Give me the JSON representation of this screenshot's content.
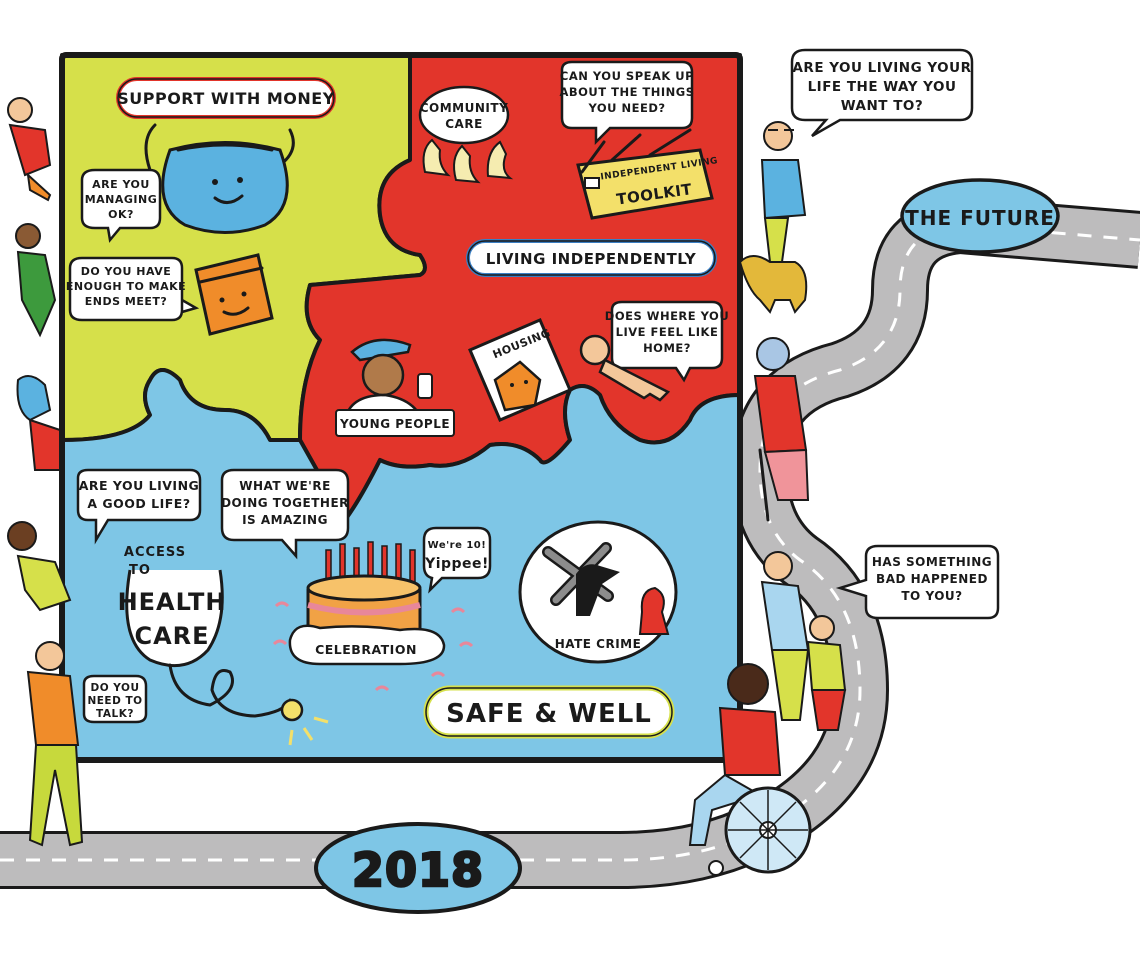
{
  "colors": {
    "yellow": "#d6e04a",
    "red": "#e2352b",
    "blue": "#7ec6e6",
    "road": "#bdbcbd",
    "ink": "#1a1a1a"
  },
  "puzzle": {
    "support_with_money": {
      "title": "SUPPORT WITH MONEY",
      "q1": [
        "ARE YOU",
        "MANAGING",
        "OK?"
      ],
      "q2": [
        "DO YOU HAVE",
        "ENOUGH TO MAKE",
        "ENDS MEET?"
      ]
    },
    "living_independently": {
      "title": "LIVING INDEPENDENTLY",
      "community_care": [
        "COMMUNITY",
        "CARE"
      ],
      "speak_up": [
        "CAN YOU SPEAK UP",
        "ABOUT THE THINGS",
        "YOU NEED?"
      ],
      "toolkit": [
        "INDEPENDENT LIVING",
        "TOOLKIT"
      ],
      "home_q": [
        "DOES WHERE YOU",
        "LIVE FEEL LIKE",
        "HOME?"
      ],
      "housing": "HOUSING",
      "young_people": "YOUNG PEOPLE"
    },
    "safe_and_well": {
      "title": "SAFE & WELL",
      "good_life": [
        "ARE YOU LIVING",
        "A GOOD LIFE?"
      ],
      "amazing": [
        "WHAT WE'RE",
        "DOING TOGETHER",
        "IS AMAZING"
      ],
      "yippee": [
        "We're 10!",
        "Yippee!"
      ],
      "health_care": [
        "ACCESS",
        "TO",
        "HEALTH",
        "CARE"
      ],
      "celebration": "CELEBRATION",
      "hate_crime": "HATE CRIME",
      "talk": [
        "DO YOU",
        "NEED TO",
        "TALK?"
      ]
    }
  },
  "outside": {
    "living_your_life": [
      "ARE YOU LIVING YOUR",
      "LIFE THE WAY YOU",
      "WANT TO?"
    ],
    "the_future": "THE FUTURE",
    "something_bad": [
      "HAS SOMETHING",
      "BAD HAPPENED",
      "TO YOU?"
    ],
    "year": "2018"
  },
  "icons": [
    "purse-icon",
    "wallet-icon",
    "toolbox-icon",
    "house-tag-icon",
    "key-icon",
    "phone-icon",
    "birthday-cake-icon",
    "stethoscope-icon",
    "hate-crime-icon",
    "wheelchair-icon",
    "guide-dog-icon"
  ]
}
